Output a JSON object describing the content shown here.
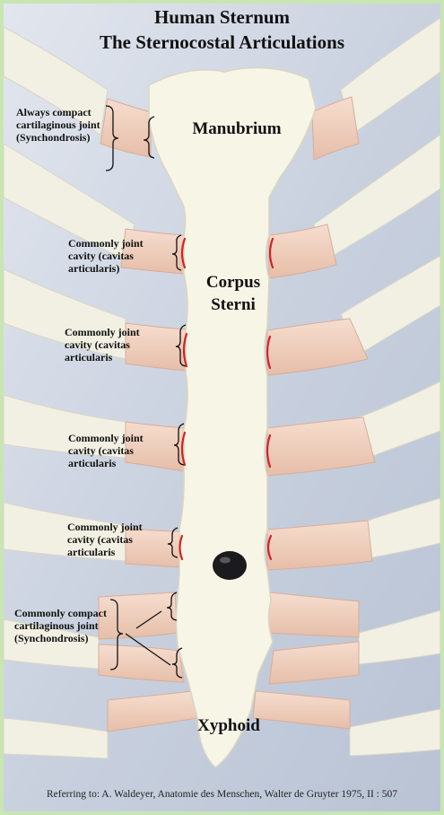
{
  "title": {
    "line1": "Human Sternum",
    "line2": "The Sternocostal Articulations"
  },
  "regions": {
    "manubrium": "Manubrium",
    "corpus_line1": "Corpus",
    "corpus_line2": "Sterni",
    "xyphoid": "Xyphoid"
  },
  "annotations": {
    "compact_top": [
      "Always compact",
      "cartilaginous joint",
      "(Synchondrosis)"
    ],
    "cavity_1": [
      "Commonly joint",
      "cavity (cavitas",
      "articularis)"
    ],
    "cavity_2": [
      "Commonly joint",
      "cavity (cavitas",
      "articularis"
    ],
    "cavity_3": [
      "Commonly joint",
      "cavity (cavitas",
      "articularis"
    ],
    "cavity_4": [
      "Commonly joint",
      "cavity (cavitas",
      "articularis"
    ],
    "compact_bottom": [
      "Commonly compact",
      "cartilaginous joint",
      "(Synchondrosis)"
    ]
  },
  "reference": "Referring to: A. Waldeyer, Anatomie des Menschen, Walter de Gruyter 1975, II : 507",
  "colors": {
    "frame": "#c8e6b2",
    "background": "#cfd6e3",
    "rib_bone": "#f1f0e3",
    "cartilage": "#efcdbd",
    "sternum": "#f7f5e6",
    "joint_mark": "#d42222",
    "marker_dot": "#1b1b1d"
  }
}
